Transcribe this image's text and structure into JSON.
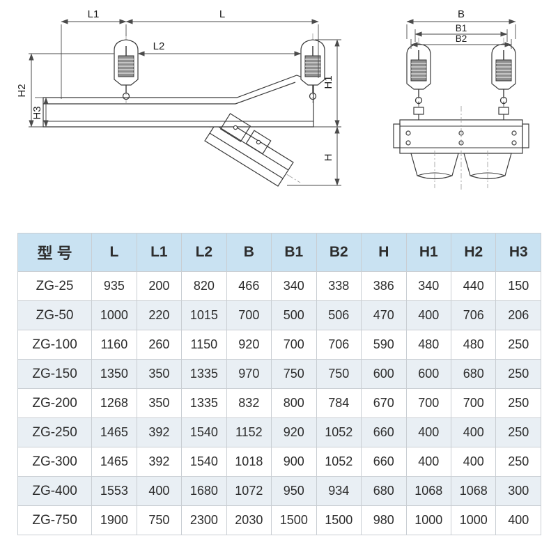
{
  "drawing": {
    "dim_labels": {
      "L": "L",
      "L1": "L1",
      "L2": "L2",
      "B": "B",
      "B1": "B1",
      "B2": "B2",
      "H": "H",
      "H1": "H1",
      "H2": "H2",
      "H3": "H3"
    },
    "line_color": "#3a3a3a",
    "dim_color": "#4a4a4a"
  },
  "table": {
    "header_bg": "#c9e2f2",
    "stripe_bg": "#e9eff4",
    "headers": [
      "型 号",
      "L",
      "L1",
      "L2",
      "B",
      "B1",
      "B2",
      "H",
      "H1",
      "H2",
      "H3"
    ],
    "rows": [
      [
        "ZG-25",
        "935",
        "200",
        "820",
        "466",
        "340",
        "338",
        "386",
        "340",
        "440",
        "150"
      ],
      [
        "ZG-50",
        "1000",
        "220",
        "1015",
        "700",
        "500",
        "506",
        "470",
        "400",
        "706",
        "206"
      ],
      [
        "ZG-100",
        "1160",
        "260",
        "1150",
        "920",
        "700",
        "706",
        "590",
        "480",
        "480",
        "250"
      ],
      [
        "ZG-150",
        "1350",
        "350",
        "1335",
        "970",
        "750",
        "750",
        "600",
        "600",
        "680",
        "250"
      ],
      [
        "ZG-200",
        "1268",
        "350",
        "1335",
        "832",
        "800",
        "784",
        "670",
        "700",
        "700",
        "250"
      ],
      [
        "ZG-250",
        "1465",
        "392",
        "1540",
        "1152",
        "920",
        "1052",
        "660",
        "400",
        "400",
        "250"
      ],
      [
        "ZG-300",
        "1465",
        "392",
        "1540",
        "1018",
        "900",
        "1052",
        "660",
        "400",
        "400",
        "250"
      ],
      [
        "ZG-400",
        "1553",
        "400",
        "1680",
        "1072",
        "950",
        "934",
        "680",
        "1068",
        "1068",
        "300"
      ],
      [
        "ZG-750",
        "1900",
        "750",
        "2300",
        "2030",
        "1500",
        "1500",
        "980",
        "1000",
        "1000",
        "400"
      ]
    ]
  }
}
